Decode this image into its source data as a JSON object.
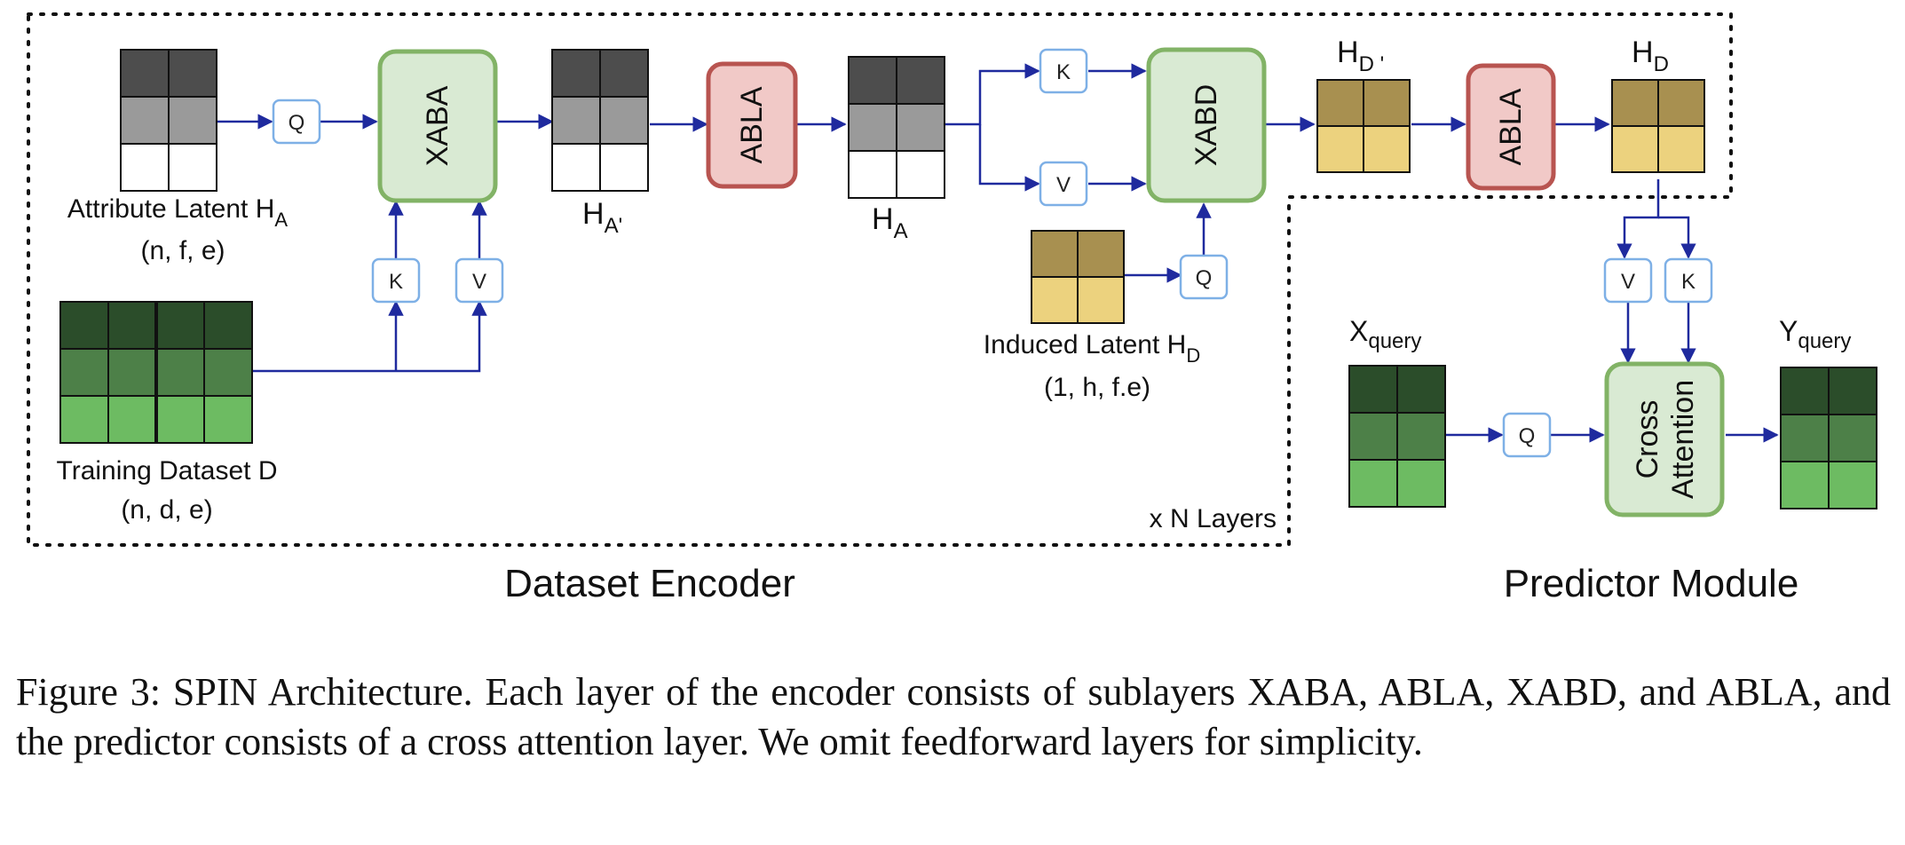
{
  "colors": {
    "arrow": "#1f2a9e",
    "grey_dark": "#4d4d4d",
    "grey_mid": "#9a9a9a",
    "gold_dark": "#a89050",
    "gold_light": "#ecd27e",
    "green_dark": "#2b4d2a",
    "green_mid": "#4d8048",
    "green_light": "#6dbb62",
    "block_green_fill": "#d9ead3",
    "block_green_border": "#82b366",
    "block_red_fill": "#f1c9c7",
    "block_red_border": "#b85450",
    "qkv_border": "#7eb0e6"
  },
  "blocks": {
    "xaba": "XABA",
    "abla1": "ABLA",
    "xabd": "XABD",
    "abla2": "ABLA",
    "cross_line1": "Cross",
    "cross_line2": "Attention"
  },
  "qkv": {
    "q": "Q",
    "k": "K",
    "v": "V"
  },
  "labels": {
    "attr_latent": "Attribute Latent H",
    "attr_latent_sub": "A",
    "attr_dims": "(n, f, e)",
    "training": "Training Dataset D",
    "training_dims": "(n, d, e)",
    "ha_prime": "H",
    "ha_prime_sub": "A'",
    "ha": "H",
    "ha_sub": "A",
    "induced": "Induced Latent H",
    "induced_sub": "D",
    "induced_dims": "(1, h, f.e)",
    "hd_prime": "H",
    "hd_prime_sub": "D '",
    "hd": "H",
    "hd_sub": "D",
    "xquery": "X",
    "xquery_sub": "query",
    "yquery": "Y",
    "yquery_sub": "query",
    "n_layers": "x N Layers"
  },
  "sections": {
    "encoder": "Dataset Encoder",
    "predictor": "Predictor Module"
  },
  "caption": "Figure 3: SPIN Architecture. Each layer of the encoder consists of sublayers XABA, ABLA, XABD, and ABLA, and the predictor consists of a cross attention layer. We omit feedforward layers for simplicity."
}
